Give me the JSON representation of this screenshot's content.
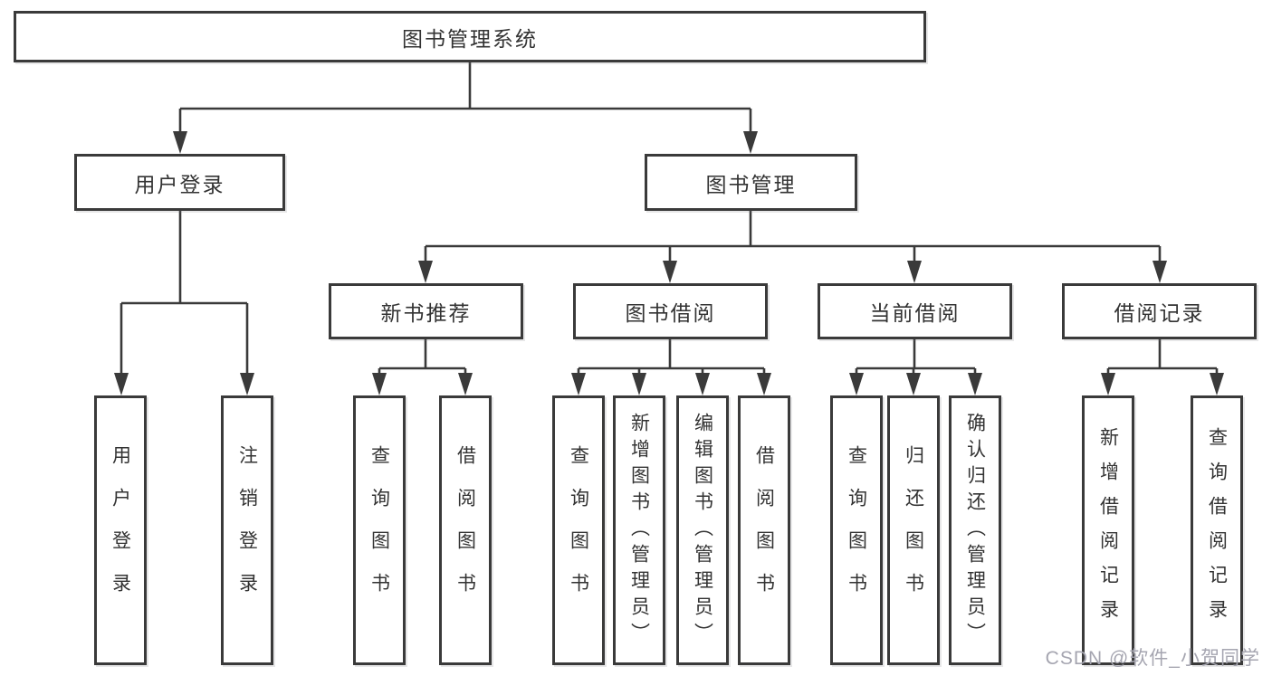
{
  "colors": {
    "line": "#3a3a3a",
    "border": "#3a3a3a",
    "text": "#333333",
    "watermark_text": "#a5a5b0",
    "background": "#ffffff"
  },
  "watermark": {
    "text": "CSDN @软件_小贺同学"
  },
  "tree": {
    "label": "图书管理系统",
    "children": [
      {
        "label": "用户登录",
        "children": [
          {
            "label": "用户登录"
          },
          {
            "label": "注销登录"
          }
        ]
      },
      {
        "label": "图书管理",
        "children": [
          {
            "label": "新书推荐",
            "children": [
              {
                "label": "查询图书"
              },
              {
                "label": "借阅图书"
              }
            ]
          },
          {
            "label": "图书借阅",
            "children": [
              {
                "label": "查询图书"
              },
              {
                "label": "新增图书（管理员）"
              },
              {
                "label": "编辑图书（管理员）"
              },
              {
                "label": "借阅图书"
              }
            ]
          },
          {
            "label": "当前借阅",
            "children": [
              {
                "label": "查询图书"
              },
              {
                "label": "归还图书"
              },
              {
                "label": "确认归还（管理员）"
              }
            ]
          },
          {
            "label": "借阅记录",
            "children": [
              {
                "label": "新增借阅记录"
              },
              {
                "label": "查询借阅记录"
              }
            ]
          }
        ]
      }
    ]
  }
}
